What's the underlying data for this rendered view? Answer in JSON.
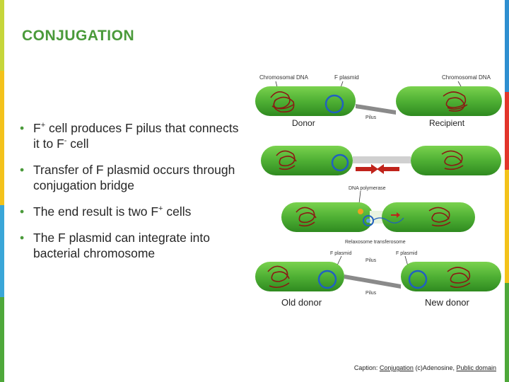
{
  "slide": {
    "title": "CONJUGATION",
    "colors": {
      "title": "#4a9a3a",
      "bullet": "#4a9a3a",
      "cell": "#5cbe3a",
      "chromosome": "#8b1a14",
      "plasmid": "#2060c0"
    }
  },
  "bullets": [
    {
      "before_1": "F",
      "sup_1": "+",
      "between": " cell produces F pilus that connects it to F",
      "sup_2": "-",
      "after": " cell"
    },
    {
      "text": "Transfer of F plasmid occurs through conjugation bridge"
    },
    {
      "before": "The end result is two F",
      "sup": "+",
      "after": " cells"
    },
    {
      "text": "The F plasmid can integrate into bacterial chromosome"
    }
  ],
  "figure": {
    "labels": {
      "chromosomal_dna_left": "Chromosomal DNA",
      "f_plasmid_top": "F plasmid",
      "chromosomal_dna_right": "Chromosomal DNA",
      "donor": "Donor",
      "pilus_1": "Pilus",
      "recipient": "Recipient",
      "dna_polymerase": "DNA polymerase",
      "relaxosome": "Relaxosome transferosome",
      "f_plasmid_left": "F plasmid",
      "f_plasmid_right": "F plasmid",
      "pilus_2": "Pilus",
      "pilus_3": "Pilus",
      "old_donor": "Old donor",
      "new_donor": "New donor"
    }
  },
  "caption": {
    "prefix": "Caption: ",
    "link": "Conjugation",
    "middle": " (c)Adenosine, ",
    "license": "Public domain"
  }
}
